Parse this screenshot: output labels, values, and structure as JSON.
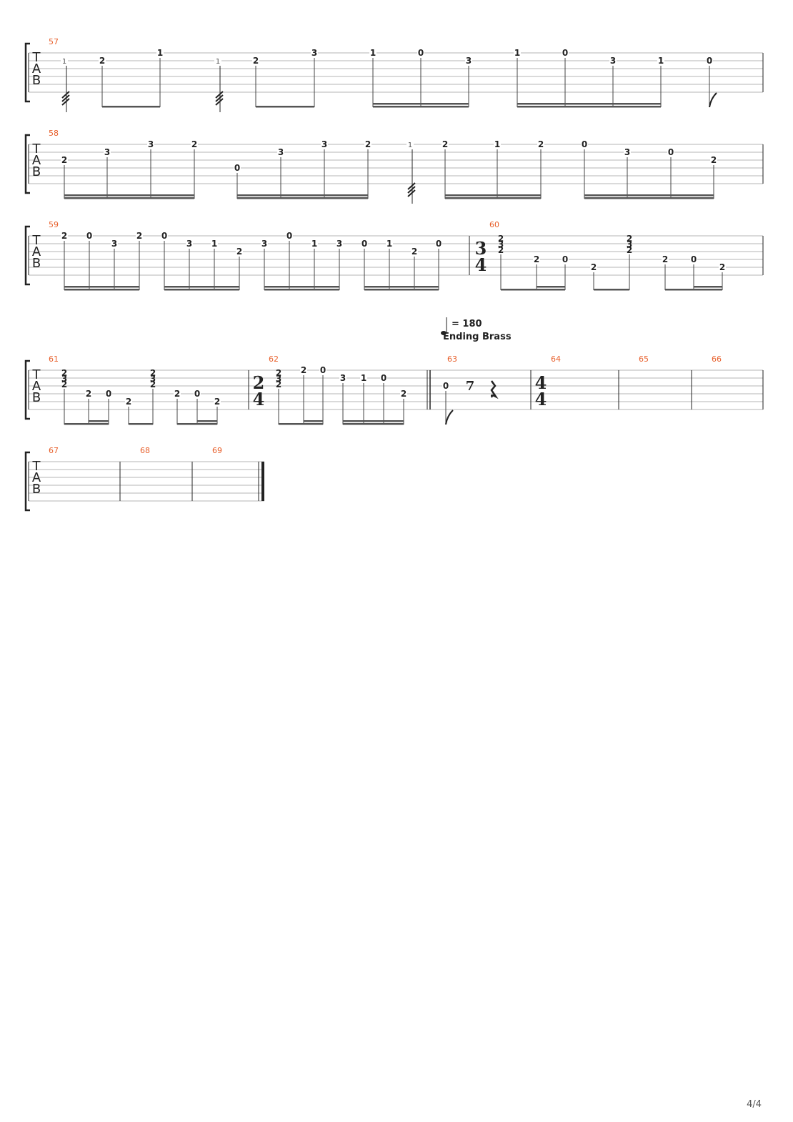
{
  "page_number": "4/4",
  "tab_clef": [
    "T",
    "A",
    "B"
  ],
  "tempo": {
    "note_symbol": "quarter-note",
    "text": "= 180"
  },
  "section_marker": "Ending Brass",
  "time_signatures": [
    {
      "measure": "60",
      "numerator": "3",
      "denominator": "4"
    },
    {
      "measure": "62",
      "numerator": "2",
      "denominator": "4"
    },
    {
      "measure": "64",
      "numerator": "4",
      "denominator": "4"
    }
  ],
  "measures": [
    {
      "number": "57",
      "notes": [
        {
          "fret": "1",
          "string": 2,
          "small": true,
          "tremolo": true
        },
        {
          "fret": "2",
          "string": 2
        },
        {
          "fret": "1",
          "string": 1
        },
        {
          "fret": "1",
          "string": 2,
          "small": true,
          "tremolo": true
        },
        {
          "fret": "2",
          "string": 2
        },
        {
          "fret": "3",
          "string": 1
        },
        {
          "fret": "1",
          "string": 1
        },
        {
          "fret": "0",
          "string": 1
        },
        {
          "fret": "3",
          "string": 2
        },
        {
          "fret": "1",
          "string": 1
        },
        {
          "fret": "0",
          "string": 1
        },
        {
          "fret": "3",
          "string": 2
        },
        {
          "fret": "1",
          "string": 2
        },
        {
          "fret": "0",
          "string": 2,
          "flag": true
        }
      ]
    },
    {
      "number": "58",
      "notes": [
        {
          "fret": "2",
          "string": 3
        },
        {
          "fret": "3",
          "string": 2
        },
        {
          "fret": "3",
          "string": 1
        },
        {
          "fret": "2",
          "string": 1
        },
        {
          "fret": "0",
          "string": 4
        },
        {
          "fret": "3",
          "string": 2
        },
        {
          "fret": "3",
          "string": 1
        },
        {
          "fret": "2",
          "string": 1
        },
        {
          "fret": "1",
          "string": 1,
          "small": true,
          "tremolo": true
        },
        {
          "fret": "2",
          "string": 1
        },
        {
          "fret": "1",
          "string": 1
        },
        {
          "fret": "2",
          "string": 1
        },
        {
          "fret": "0",
          "string": 1
        },
        {
          "fret": "3",
          "string": 2
        },
        {
          "fret": "0",
          "string": 2
        },
        {
          "fret": "2",
          "string": 3
        }
      ]
    },
    {
      "number": "59",
      "notes": [
        {
          "fret": "2",
          "string": 1
        },
        {
          "fret": "0",
          "string": 1
        },
        {
          "fret": "3",
          "string": 2
        },
        {
          "fret": "2",
          "string": 1
        },
        {
          "fret": "0",
          "string": 1
        },
        {
          "fret": "3",
          "string": 2
        },
        {
          "fret": "1",
          "string": 2
        },
        {
          "fret": "2",
          "string": 3
        },
        {
          "fret": "3",
          "string": 2
        },
        {
          "fret": "0",
          "string": 1
        },
        {
          "fret": "1",
          "string": 2
        },
        {
          "fret": "3",
          "string": 2
        },
        {
          "fret": "0",
          "string": 2
        },
        {
          "fret": "1",
          "string": 2
        },
        {
          "fret": "2",
          "string": 3
        },
        {
          "fret": "0",
          "string": 2
        }
      ]
    },
    {
      "number": "60",
      "notes": [
        {
          "chord": [
            "2",
            "3",
            "2"
          ]
        },
        {
          "fret": "2",
          "string": 4
        },
        {
          "fret": "0",
          "string": 4
        },
        {
          "fret": "2",
          "string": 5
        },
        {
          "chord": [
            "2",
            "3",
            "2"
          ]
        },
        {
          "fret": "2",
          "string": 4
        },
        {
          "fret": "0",
          "string": 4
        },
        {
          "fret": "2",
          "string": 5
        }
      ]
    },
    {
      "number": "61",
      "notes": [
        {
          "chord": [
            "2",
            "3",
            "2"
          ]
        },
        {
          "fret": "2",
          "string": 4
        },
        {
          "fret": "0",
          "string": 4
        },
        {
          "fret": "2",
          "string": 5
        },
        {
          "chord": [
            "2",
            "3",
            "2"
          ]
        },
        {
          "fret": "2",
          "string": 4
        },
        {
          "fret": "0",
          "string": 4
        },
        {
          "fret": "2",
          "string": 5
        }
      ]
    },
    {
      "number": "62",
      "notes": [
        {
          "chord": [
            "2",
            "3",
            "2"
          ]
        },
        {
          "fret": "2",
          "string": 1
        },
        {
          "fret": "0",
          "string": 1
        },
        {
          "fret": "3",
          "string": 2
        },
        {
          "fret": "1",
          "string": 2
        },
        {
          "fret": "0",
          "string": 2
        },
        {
          "fret": "2",
          "string": 4
        }
      ]
    },
    {
      "number": "63",
      "notes": [
        {
          "fret": "0",
          "string": 3,
          "flag": true
        },
        {
          "rest": "eighth"
        },
        {
          "rest": "quarter"
        }
      ]
    },
    {
      "number": "64",
      "notes": []
    },
    {
      "number": "65",
      "notes": []
    },
    {
      "number": "66",
      "notes": []
    },
    {
      "number": "67",
      "notes": []
    },
    {
      "number": "68",
      "notes": []
    },
    {
      "number": "69",
      "notes": []
    }
  ],
  "colors": {
    "measure_number": "#e8602c",
    "staff_line": "#b4b4b4",
    "ink": "#222222"
  }
}
